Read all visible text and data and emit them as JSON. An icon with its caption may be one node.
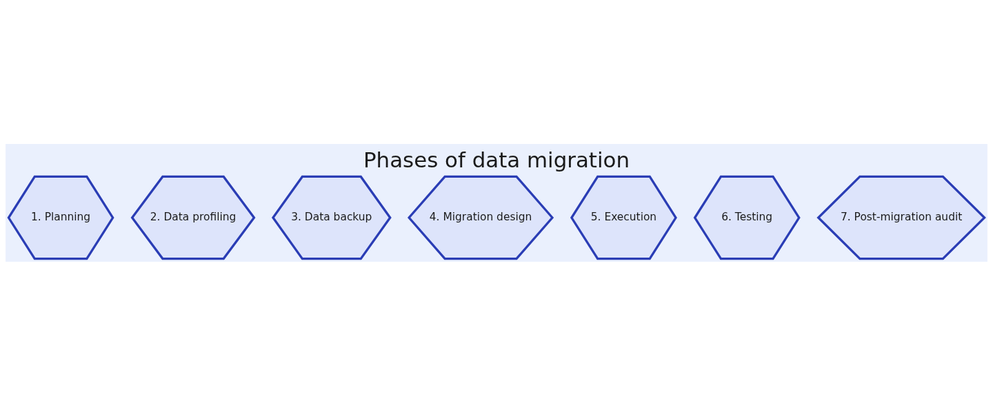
{
  "diagram": {
    "title": "Phases of data migration",
    "nodes": [
      {
        "text": [
          "1. Planning"
        ]
      },
      {
        "text": [
          "2. Data profiling"
        ]
      },
      {
        "text": [
          "3. Data backup"
        ]
      },
      {
        "text": [
          "4. Migration design"
        ]
      },
      {
        "text": [
          "5. Execution"
        ]
      },
      {
        "text": [
          "6. Testing"
        ]
      },
      {
        "text": [
          "7. Post-migration audit"
        ]
      }
    ],
    "edges": []
  }
}
